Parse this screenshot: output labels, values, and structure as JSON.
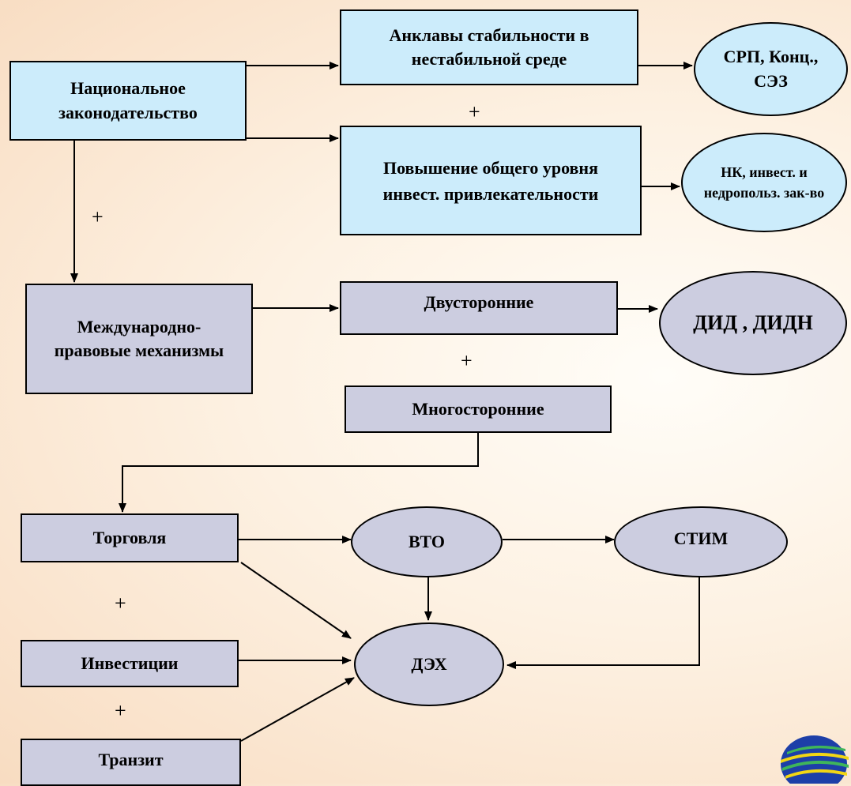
{
  "nodes": {
    "national_law": "Национальное законодательство",
    "enclaves": "Анклавы стабильности в нестабильной среде",
    "srp": "СРП, Конц., СЭЗ",
    "invest_level": "Повышение общего уровня инвест. привлекательности",
    "nk_law": "НК, инвест. и недропольз. зак-во",
    "intl_mechanisms": "Международно-правовые механизмы",
    "bilateral": "Двусторонние",
    "did": "ДИД , ДИДН",
    "multilateral": "Многосторонние",
    "trade": "Торговля",
    "wto": "ВТО",
    "stim": "СТИМ",
    "investments": "Инвестиции",
    "dex": "ДЭХ",
    "transit": "Транзит"
  },
  "plus_sign": "+",
  "colors": {
    "blue_box": "#ccecfb",
    "gray_box": "#cccde0",
    "border": "#000000"
  },
  "logo_icon": "globe-logo-icon"
}
